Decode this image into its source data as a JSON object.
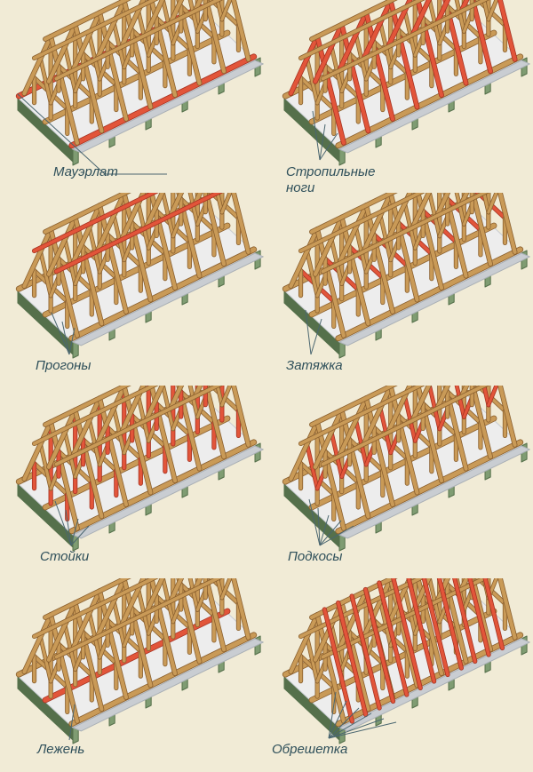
{
  "background": "#f1ebd6",
  "colors": {
    "wood": "#c99a57",
    "wood_dark": "#8a5f2e",
    "highlight": "#e2553a",
    "highlight_dark": "#a63222",
    "base_green": "#7f9c72",
    "base_green_dark": "#55704b",
    "floor": "#ededed",
    "floor_edge": "#c9cdd2",
    "label_text": "#2e4f5a",
    "leader_line": "#4a6670"
  },
  "panels": [
    {
      "id": "mauerlat",
      "label_lines": [
        "Мауэрлат"
      ],
      "highlight": "wallplate"
    },
    {
      "id": "rafters",
      "label_lines": [
        "Стропильные",
        "ноги"
      ],
      "highlight": "rafters"
    },
    {
      "id": "purlins",
      "label_lines": [
        "Прогоны"
      ],
      "highlight": "purlins"
    },
    {
      "id": "tie",
      "label_lines": [
        "Затяжка"
      ],
      "highlight": "ties"
    },
    {
      "id": "posts",
      "label_lines": [
        "Стойки"
      ],
      "highlight": "posts"
    },
    {
      "id": "struts",
      "label_lines": [
        "Подкосы"
      ],
      "highlight": "struts"
    },
    {
      "id": "sill",
      "label_lines": [
        "Лежень"
      ],
      "highlight": "sill"
    },
    {
      "id": "battens",
      "label_lines": [
        "Обрешетка"
      ],
      "highlight": "battens"
    }
  ]
}
